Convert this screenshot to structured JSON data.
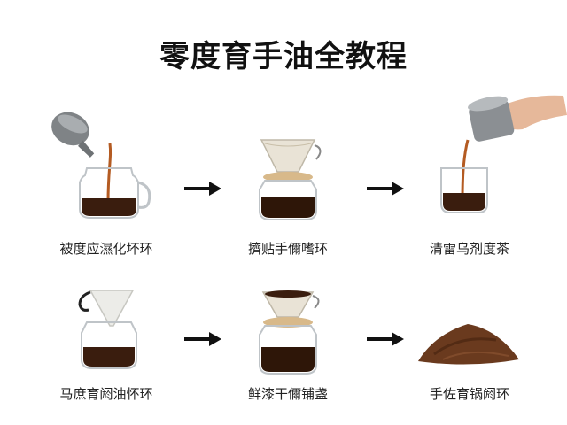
{
  "title": "零度育手油全教程",
  "steps": [
    {
      "caption": "被度应濕化坏环",
      "illustration": "pouring-from-kettle-into-glass-carafe"
    },
    {
      "caption": "擠贴手儞嗜环",
      "illustration": "pour-over-dripper-on-carafe-with-filter"
    },
    {
      "caption": "清雷乌剂度茶",
      "illustration": "hand-pouring-from-metal-cup-into-glass"
    },
    {
      "caption": "马庶育阏油怀环",
      "illustration": "filter-cone-on-carafe"
    },
    {
      "caption": "鲜漆干儞铺盏",
      "illustration": "dripper-with-coffee-on-carafe"
    },
    {
      "caption": "手佐育锅阏环",
      "illustration": "pile-of-ground-coffee"
    }
  ],
  "icons": {
    "arrow": "arrow-right-icon"
  },
  "colors": {
    "coffee": "#3a1d0e",
    "glass": "#c9ced2",
    "metal": "#8b8f93",
    "paper": "#e9e3d6",
    "wood": "#d8b98a",
    "grounds": "#6a3a1e"
  }
}
